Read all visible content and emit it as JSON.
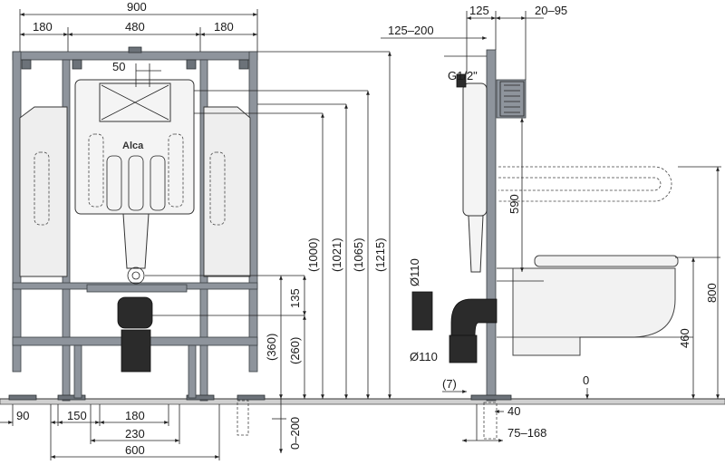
{
  "front": {
    "top": {
      "total": "900",
      "left": "180",
      "middle": "480",
      "right": "180"
    },
    "inlet": "50",
    "logo": "Alca",
    "heights": {
      "h1000": "(1000)",
      "h1021": "(1021)",
      "h1065": "(1065)",
      "h1215": "(1215)"
    },
    "right": {
      "d135": "135",
      "d360": "(360)",
      "d260": "(260)",
      "d0_200": "0–200"
    },
    "bottom": {
      "d90": "90",
      "d150": "150",
      "d180": "180",
      "d230": "230",
      "d600": "600"
    }
  },
  "side": {
    "d125": "125",
    "d20_95": "20–95",
    "d125_200": "125–200",
    "thread": "G1/2\"",
    "d590": "590",
    "d110_top": "Ø110",
    "d110_bottom": "Ø110",
    "d7": "(7)",
    "d40": "40",
    "d75_168": "75–168",
    "zero": "0",
    "d460": "460",
    "d800": "800"
  }
}
